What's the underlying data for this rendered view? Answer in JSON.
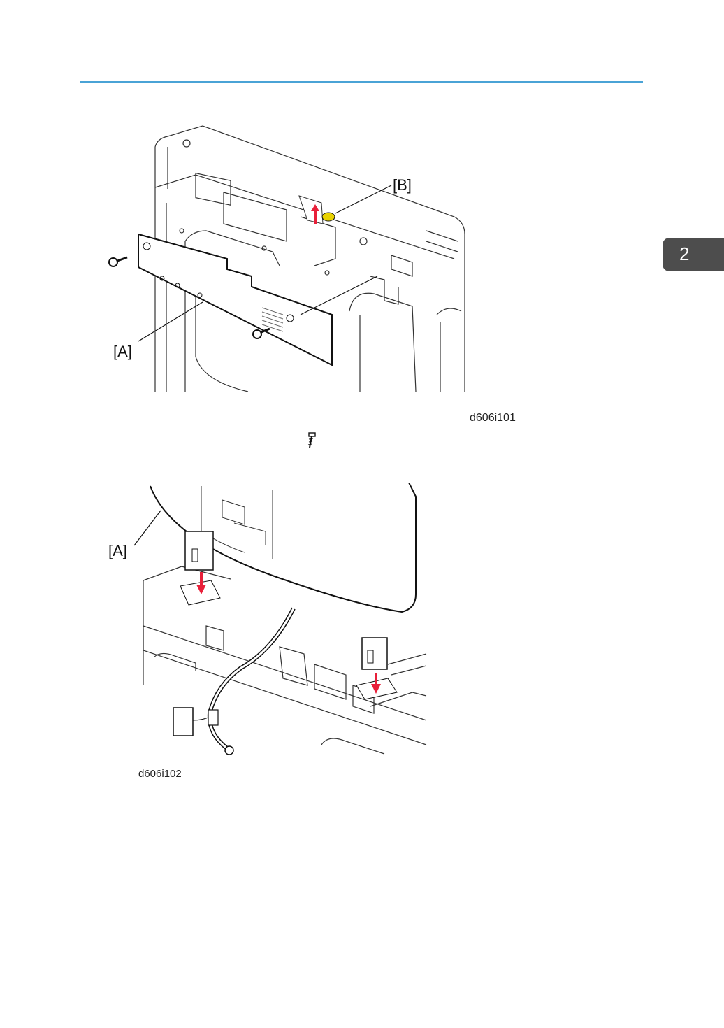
{
  "chapter": {
    "number": "2"
  },
  "figures": [
    {
      "id_label": "d606i101",
      "callouts": {
        "a": "[A]",
        "b": "[B]"
      }
    },
    {
      "id_label": "d606i102",
      "callouts": {
        "a": "[A]"
      }
    }
  ],
  "icons": {
    "screw": "screw-icon"
  },
  "colors": {
    "rule": "#4aa3d6",
    "tab": "#4d4d4d",
    "arrow": "#e8203a",
    "clamp": "#e8d200"
  }
}
